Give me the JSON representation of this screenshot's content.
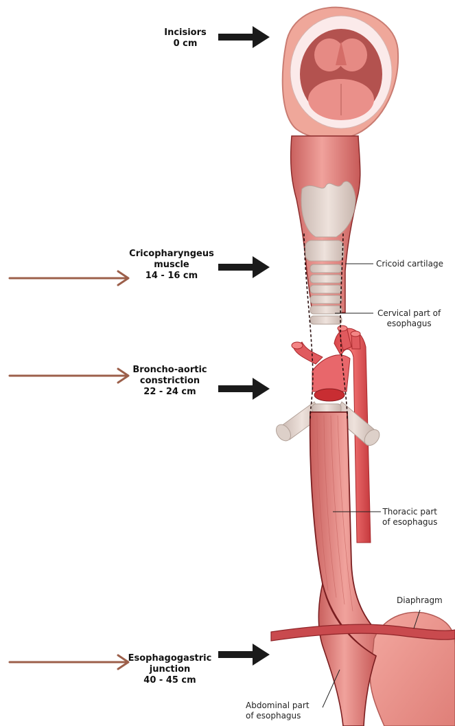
{
  "levels": [
    {
      "name": "Incisiors",
      "distance": "0 cm"
    },
    {
      "name": "Cricopharyngeus",
      "name2": "muscle",
      "distance": "14 - 16 cm"
    },
    {
      "name": "Broncho-aortic",
      "name2": "constriction",
      "distance": "22 - 24 cm"
    },
    {
      "name": "Esophagogastric",
      "name2": "junction",
      "distance": "40 - 45 cm"
    }
  ],
  "parts": {
    "cricoid": "Cricoid cartilage",
    "cervical_1": "Cervical part of",
    "cervical_2": "esophagus",
    "thoracic_1": "Thoracic part",
    "thoracic_2": "of esophagus",
    "diaphragm": "Diaphragm",
    "abdominal_1": "Abdominal part",
    "abdominal_2": "of esophagus"
  },
  "colors": {
    "pointer_arrow": "#1a1a1a",
    "highlight_arrow": "#9c5f4a",
    "tissue": "#e07a78",
    "cartilage": "#e2d3cc",
    "lips": "#efa79a"
  }
}
